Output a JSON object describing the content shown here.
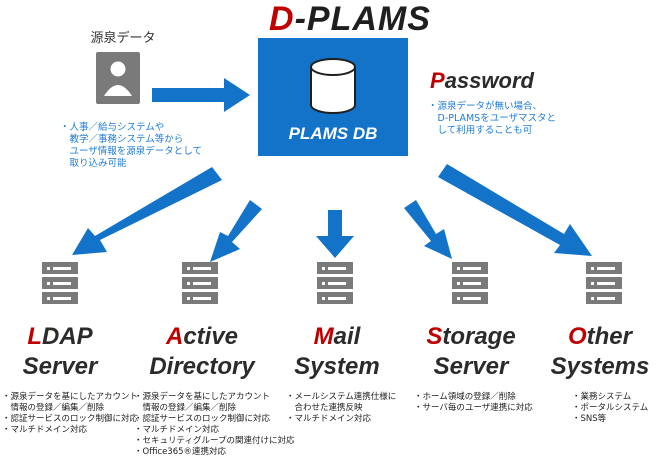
{
  "title": {
    "first": "D",
    "rest": "-PLAMS"
  },
  "source": {
    "label": "源泉データ",
    "notes": [
      "・人事／給与システムや",
      "　教学／事務システム等から",
      "　ユーザ情報を源泉データとして",
      "　取り込み可能"
    ]
  },
  "db": {
    "label": "PLAMS DB"
  },
  "password": {
    "first": "P",
    "rest": "assword",
    "notes": [
      "・源泉データが無い場合、",
      "　D-PLAMSをユーザマスタと",
      "　して利用することも可"
    ]
  },
  "systems": [
    {
      "first": "L",
      "line1_rest": "DAP",
      "line2": "Server",
      "notes": [
        "・源泉データを基にしたアカウント",
        "　情報の登録／編集／削除",
        "・認証サービスのロック制御に対応",
        "・マルチドメイン対応"
      ]
    },
    {
      "first": "A",
      "line1_rest": "ctive",
      "line2": "Directory",
      "notes": [
        "・源泉データを基にしたアカウント",
        "　情報の登録／編集／削除",
        "・認証サービスのロック制御に対応",
        "・マルチドメイン対応",
        "・セキュリティグループの関連付けに対応",
        "・Office365®連携対応"
      ]
    },
    {
      "first": "M",
      "line1_rest": "ail",
      "line2": "System",
      "notes": [
        "・メールシステム連携仕様に",
        "　合わせた連携反映",
        "・マルチドメイン対応"
      ]
    },
    {
      "first": "S",
      "line1_rest": "torage",
      "line2": "Server",
      "notes": [
        "・ホーム領域の登録／削除",
        "・サーバ毎のユーザ連携に対応"
      ]
    },
    {
      "first": "O",
      "line1_rest": "ther",
      "line2": "Systems",
      "notes": [
        "・業務システム",
        "・ポータルシステム",
        "・SNS等"
      ]
    }
  ],
  "colors": {
    "accent_blue": "#1273c9",
    "accent_red": "#c00000",
    "server_gray": "#7a7a7a",
    "note_blue": "#1e7bd7"
  }
}
